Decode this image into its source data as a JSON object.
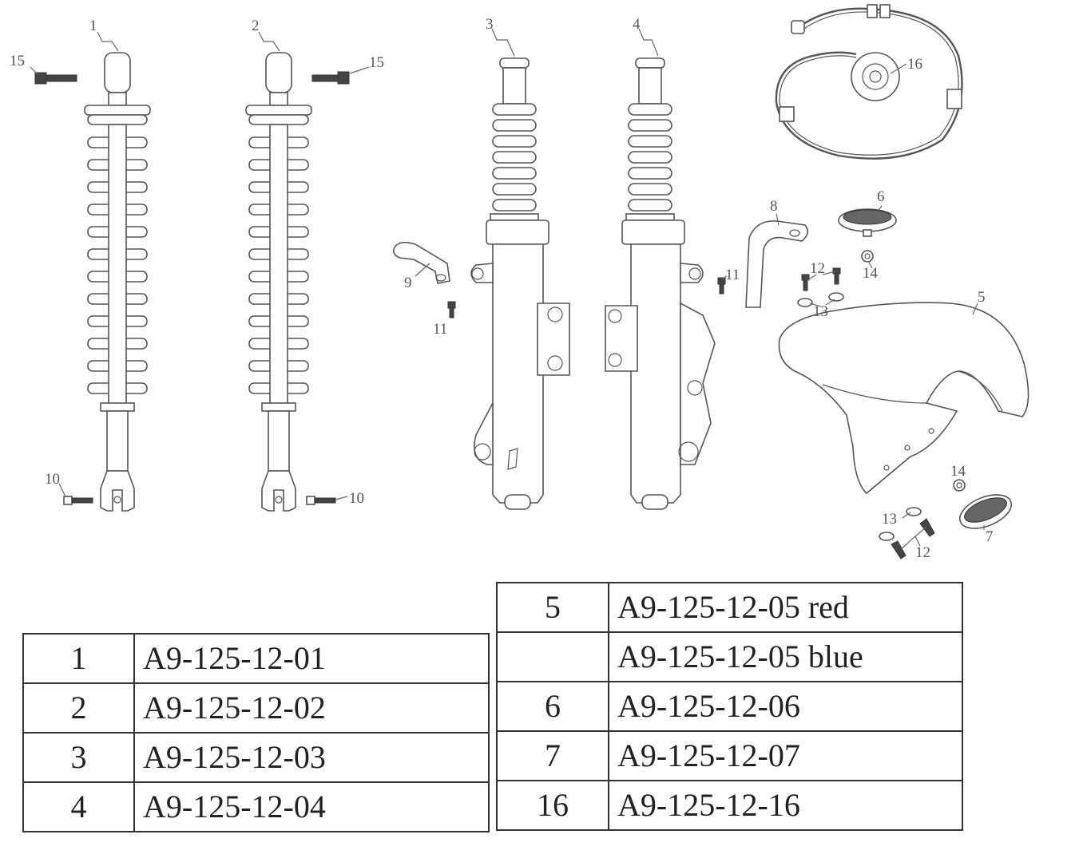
{
  "diagram": {
    "callouts": [
      "1",
      "2",
      "3",
      "4",
      "5",
      "6",
      "7",
      "8",
      "9",
      "10",
      "11",
      "12",
      "13",
      "14",
      "15",
      "16"
    ]
  },
  "parts_table_left": {
    "rows": [
      {
        "num": "1",
        "code": "A9-125-12-01"
      },
      {
        "num": "2",
        "code": "A9-125-12-02"
      },
      {
        "num": "3",
        "code": "A9-125-12-03"
      },
      {
        "num": "4",
        "code": "A9-125-12-04"
      }
    ]
  },
  "parts_table_right": {
    "rows": [
      {
        "num": "5",
        "code": "A9-125-12-05 red"
      },
      {
        "num": "",
        "code": "A9-125-12-05 blue"
      },
      {
        "num": "6",
        "code": "A9-125-12-06"
      },
      {
        "num": "7",
        "code": "A9-125-12-07"
      },
      {
        "num": "16",
        "code": "A9-125-12-16"
      }
    ]
  }
}
